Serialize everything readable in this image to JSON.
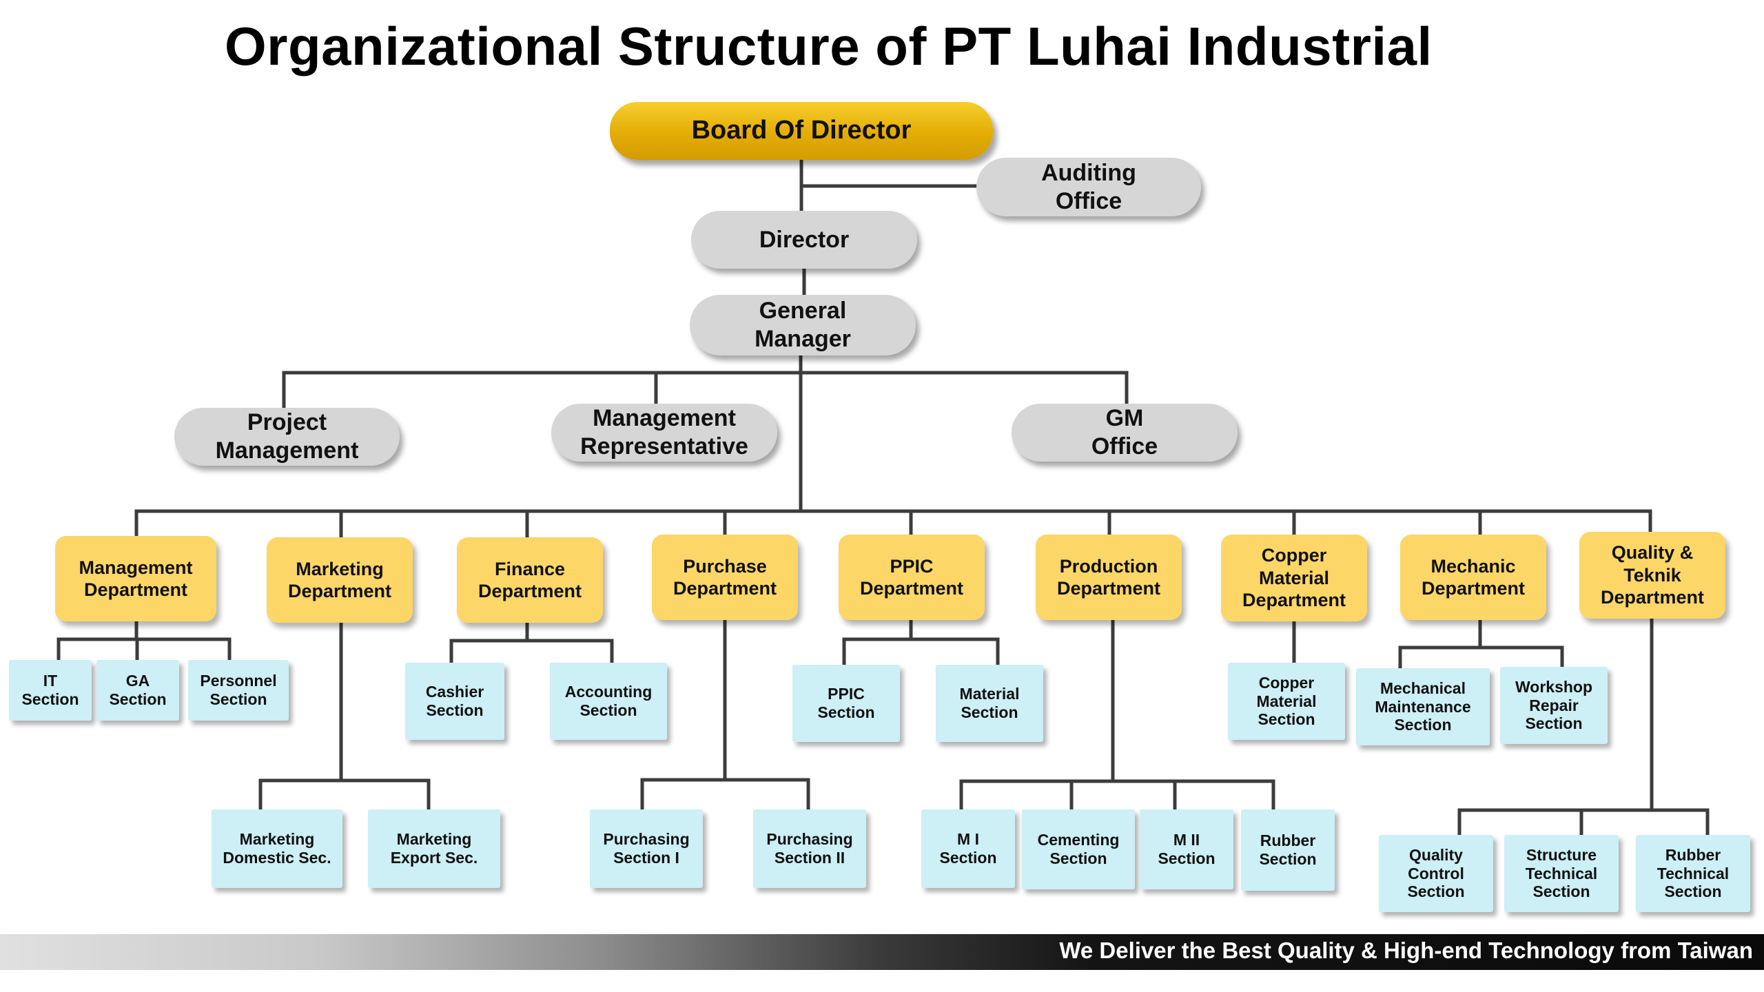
{
  "title": "Organizational Structure of PT Luhai Industrial",
  "top": {
    "board": "Board Of Director",
    "auditing": "Auditing\nOffice",
    "director": "Director",
    "general_manager": "General\nManager",
    "project_management": "Project\nManagement",
    "management_representative": "Management\nRepresentative",
    "gm_office": "GM\nOffice"
  },
  "departments": {
    "management": "Management\nDepartment",
    "marketing": "Marketing\nDepartment",
    "finance": "Finance\nDepartment",
    "purchase": "Purchase\nDepartment",
    "ppic": "PPIC\nDepartment",
    "production": "Production\nDepartment",
    "copper": "Copper\nMaterial\nDepartment",
    "mechanic": "Mechanic\nDepartment",
    "quality": "Quality &\nTeknik\nDepartment"
  },
  "sections": {
    "it": "IT\nSection",
    "ga": "GA\nSection",
    "personnel": "Personnel\nSection",
    "marketing_domestic": "Marketing\nDomestic Sec.",
    "marketing_export": "Marketing\nExport Sec.",
    "cashier": "Cashier\nSection",
    "accounting": "Accounting\nSection",
    "purchasing_1": "Purchasing\nSection I",
    "purchasing_2": "Purchasing\nSection II",
    "ppic": "PPIC\nSection",
    "material": "Material\nSection",
    "mi": "M I\nSection",
    "cementing": "Cementing\nSection",
    "mii": "M II\nSection",
    "rubber": "Rubber\nSection",
    "copper_material": "Copper\nMaterial\nSection",
    "mechanical_maintenance": "Mechanical\nMaintenance\nSection",
    "workshop_repair": "Workshop\nRepair\nSection",
    "quality_control": "Quality\nControl\nSection",
    "structure_technical": "Structure\nTechnical\nSection",
    "rubber_technical": "Rubber\nTechnical\nSection"
  },
  "footer": "We Deliver the Best Quality & High-end Technology from Taiwan",
  "colors": {
    "board_gold": "#e4ac05",
    "executive_gray": "#d6d6d6",
    "department_yellow": "#fdd668",
    "section_blue": "#cdeff6",
    "connector": "#3c3c3c"
  }
}
